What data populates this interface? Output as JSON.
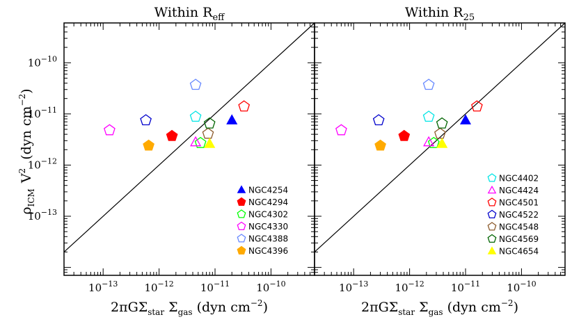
{
  "chart_data": [
    {
      "type": "scatter",
      "title": {
        "main": "Within R",
        "sub": "eff"
      },
      "xlabel": {
        "pre": "2πGΣ",
        "sub1": "star",
        "mid": " Σ",
        "sub2": "gas",
        "post": "(dyn cm",
        "exp": "−2",
        "close": ")"
      },
      "ylabel": {
        "rho": "ρ",
        "sub": "ICM",
        "v": "V",
        "exp": "2",
        "post": "(dyn cm",
        "exp2": "−2",
        "close": ")"
      },
      "xscale": "log",
      "yscale": "log",
      "xlim": [
        2e-14,
        6e-10
      ],
      "ylim": [
        7e-15,
        6e-10
      ],
      "x_ticks": [
        {
          "value": 1e-13,
          "label": "10",
          "exp": "−13"
        },
        {
          "value": 1e-12,
          "label": "10",
          "exp": "−12"
        },
        {
          "value": 1e-11,
          "label": "10",
          "exp": "−11"
        },
        {
          "value": 1e-10,
          "label": "10",
          "exp": "−10"
        }
      ],
      "y_ticks": [
        {
          "value": 1e-13,
          "label": "10",
          "exp": "−13"
        },
        {
          "value": 1e-12,
          "label": "10",
          "exp": "−12"
        },
        {
          "value": 1e-11,
          "label": "10",
          "exp": "−11"
        },
        {
          "value": 1e-10,
          "label": "10",
          "exp": "−10"
        }
      ],
      "one_to_one_line": true,
      "legend_position": "bottom-right",
      "series": [
        {
          "name": "NGC4254",
          "marker": "triangle",
          "filled": true,
          "color": "#0000ff",
          "x": 2e-11,
          "y": 7.5e-12
        },
        {
          "name": "NGC4294",
          "marker": "pentagon",
          "filled": true,
          "color": "#ff0000",
          "x": 1.7e-12,
          "y": 3.7e-12
        },
        {
          "name": "NGC4302",
          "marker": "pentagon",
          "filled": false,
          "color": "#00ff00",
          "x": 5.5e-12,
          "y": 2.7e-12
        },
        {
          "name": "NGC4330",
          "marker": "pentagon",
          "filled": false,
          "color": "#ff00ff",
          "x": 1.3e-13,
          "y": 4.8e-12
        },
        {
          "name": "NGC4388",
          "marker": "pentagon",
          "filled": false,
          "color": "#6688ff",
          "x": 4.5e-12,
          "y": 3.7e-11
        },
        {
          "name": "NGC4396",
          "marker": "pentagon",
          "filled": true,
          "color": "#ffaa00",
          "x": 6.5e-13,
          "y": 2.4e-12
        },
        {
          "name": "NGC4402",
          "marker": "pentagon",
          "filled": false,
          "color": "#00e5e5",
          "x": 4.5e-12,
          "y": 8.8e-12
        },
        {
          "name": "NGC4424",
          "marker": "triangle",
          "filled": false,
          "color": "#ff00ff",
          "x": 4.5e-12,
          "y": 2.8e-12
        },
        {
          "name": "NGC4501",
          "marker": "pentagon",
          "filled": false,
          "color": "#ff0000",
          "x": 3.3e-11,
          "y": 1.4e-11
        },
        {
          "name": "NGC4522",
          "marker": "pentagon",
          "filled": false,
          "color": "#0000cc",
          "x": 5.8e-13,
          "y": 7.5e-12
        },
        {
          "name": "NGC4548",
          "marker": "pentagon",
          "filled": false,
          "color": "#8b5a2b",
          "x": 7.5e-12,
          "y": 4.1e-12
        },
        {
          "name": "NGC4569",
          "marker": "pentagon",
          "filled": false,
          "color": "#006400",
          "x": 8e-12,
          "y": 6.5e-12
        },
        {
          "name": "NGC4654",
          "marker": "triangle",
          "filled": true,
          "color": "#ffff00",
          "x": 8e-12,
          "y": 2.6e-12
        }
      ],
      "legend_entries": [
        "NGC4254",
        "NGC4294",
        "NGC4302",
        "NGC4330",
        "NGC4388",
        "NGC4396"
      ]
    },
    {
      "type": "scatter",
      "title": {
        "main": "Within R",
        "sub": "25"
      },
      "xlabel": {
        "pre": "2πGΣ",
        "sub1": "star",
        "mid": " Σ",
        "sub2": "gas",
        "post": "(dyn cm",
        "exp": "−2",
        "close": ")"
      },
      "xscale": "log",
      "yscale": "log",
      "xlim": [
        2e-14,
        6e-10
      ],
      "ylim": [
        7e-15,
        6e-10
      ],
      "x_ticks": [
        {
          "value": 1e-13,
          "label": "10",
          "exp": "−13"
        },
        {
          "value": 1e-12,
          "label": "10",
          "exp": "−12"
        },
        {
          "value": 1e-11,
          "label": "10",
          "exp": "−11"
        },
        {
          "value": 1e-10,
          "label": "10",
          "exp": "−10"
        }
      ],
      "one_to_one_line": true,
      "legend_position": "bottom-right",
      "series": [
        {
          "name": "NGC4254",
          "marker": "triangle",
          "filled": true,
          "color": "#0000ff",
          "x": 1e-11,
          "y": 7.5e-12
        },
        {
          "name": "NGC4294",
          "marker": "pentagon",
          "filled": true,
          "color": "#ff0000",
          "x": 8e-13,
          "y": 3.7e-12
        },
        {
          "name": "NGC4302",
          "marker": "pentagon",
          "filled": false,
          "color": "#00ff00",
          "x": 2.7e-12,
          "y": 2.7e-12
        },
        {
          "name": "NGC4330",
          "marker": "pentagon",
          "filled": false,
          "color": "#ff00ff",
          "x": 6e-14,
          "y": 4.8e-12
        },
        {
          "name": "NGC4388",
          "marker": "pentagon",
          "filled": false,
          "color": "#6688ff",
          "x": 2.2e-12,
          "y": 3.7e-11
        },
        {
          "name": "NGC4396",
          "marker": "pentagon",
          "filled": true,
          "color": "#ffaa00",
          "x": 3e-13,
          "y": 2.4e-12
        },
        {
          "name": "NGC4402",
          "marker": "pentagon",
          "filled": false,
          "color": "#00e5e5",
          "x": 2.2e-12,
          "y": 8.8e-12
        },
        {
          "name": "NGC4424",
          "marker": "triangle",
          "filled": false,
          "color": "#ff00ff",
          "x": 2.2e-12,
          "y": 2.8e-12
        },
        {
          "name": "NGC4501",
          "marker": "pentagon",
          "filled": false,
          "color": "#ff0000",
          "x": 1.6e-11,
          "y": 1.4e-11
        },
        {
          "name": "NGC4522",
          "marker": "pentagon",
          "filled": false,
          "color": "#0000cc",
          "x": 2.8e-13,
          "y": 7.5e-12
        },
        {
          "name": "NGC4548",
          "marker": "pentagon",
          "filled": false,
          "color": "#8b5a2b",
          "x": 3.5e-12,
          "y": 4.1e-12
        },
        {
          "name": "NGC4569",
          "marker": "pentagon",
          "filled": false,
          "color": "#006400",
          "x": 3.8e-12,
          "y": 6.5e-12
        },
        {
          "name": "NGC4654",
          "marker": "triangle",
          "filled": true,
          "color": "#ffff00",
          "x": 3.8e-12,
          "y": 2.6e-12
        }
      ],
      "legend_entries": [
        "NGC4402",
        "NGC4424",
        "NGC4501",
        "NGC4522",
        "NGC4548",
        "NGC4569",
        "NGC4654"
      ]
    }
  ]
}
